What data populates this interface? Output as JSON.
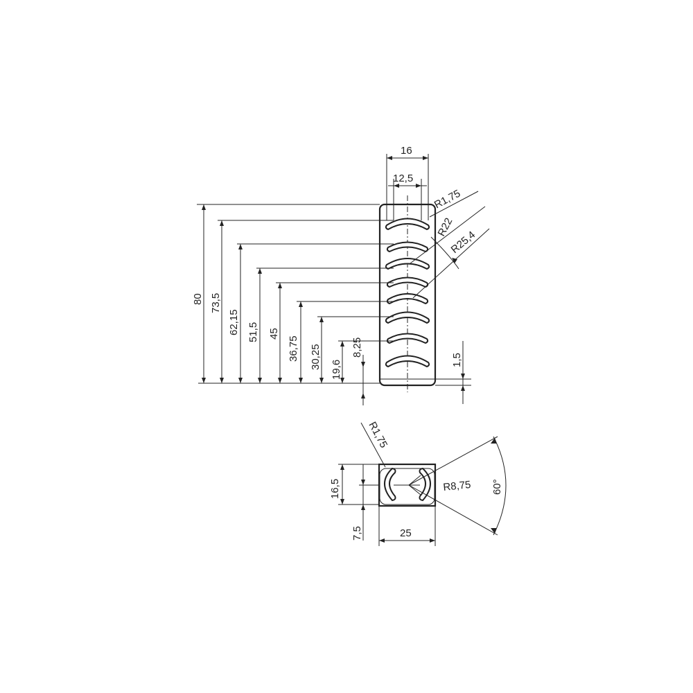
{
  "front_view": {
    "width_outer": "16",
    "width_inner": "12,5",
    "radius_corner": "R1,75",
    "radius_slot_inner": "R22",
    "radius_slot_outer": "R25,4",
    "heights": [
      "80",
      "73,5",
      "62,15",
      "51,5",
      "45",
      "36,75",
      "30,25",
      "19,6",
      "8,25"
    ],
    "base_offset": "1,5"
  },
  "end_view": {
    "radius_corner": "R1,75",
    "slot_height": "16,5",
    "offset": "7,5",
    "width": "25",
    "radius_arc": "R8,75",
    "angle": "60°"
  }
}
